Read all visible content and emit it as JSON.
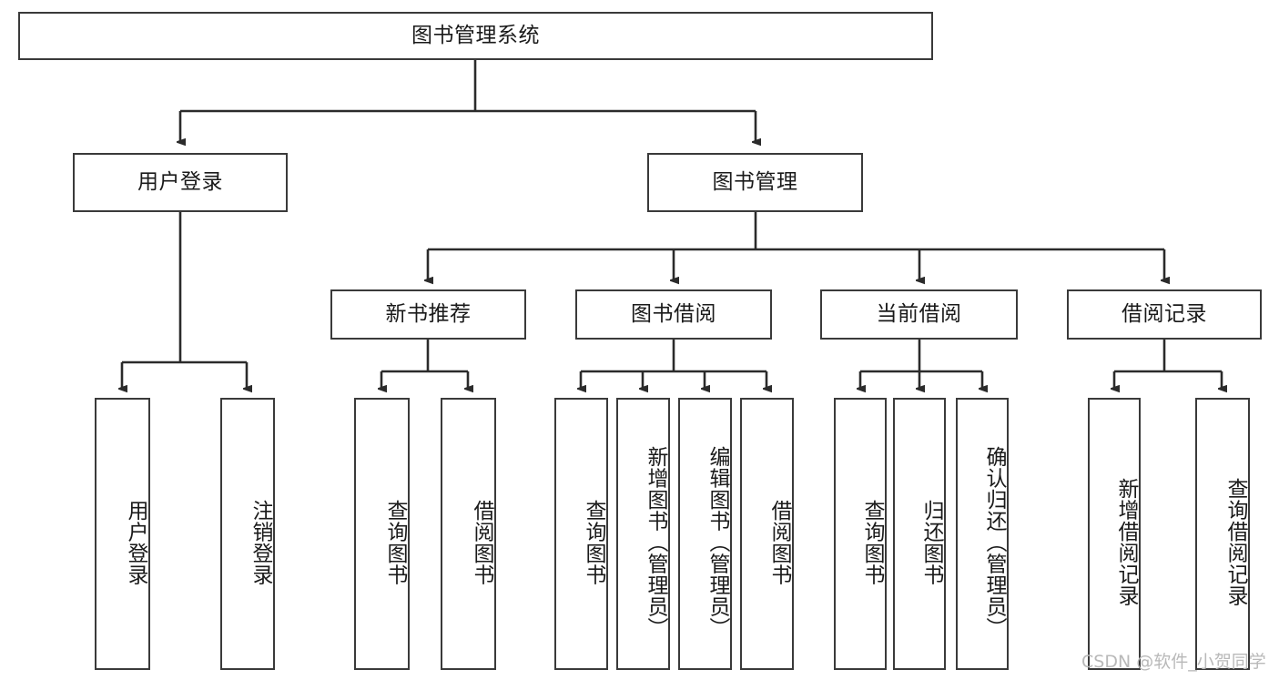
{
  "diagram": {
    "title": "图书管理系统",
    "watermark": "CSDN @软件_小贺同学",
    "colors": {
      "box_border": "#3a3a3a",
      "box_fill": "#ffffff",
      "edge": "#2b2b2b",
      "text": "#1a1a1a",
      "watermark": "#b9b9b9",
      "background": "#ffffff"
    },
    "root": {
      "label": "图书管理系统"
    },
    "level2": [
      {
        "label": "用户登录"
      },
      {
        "label": "图书管理"
      }
    ],
    "level3": [
      {
        "label": "新书推荐"
      },
      {
        "label": "图书借阅"
      },
      {
        "label": "当前借阅"
      },
      {
        "label": "借阅记录"
      }
    ],
    "leaves": {
      "user_login": [
        {
          "label": "用户登录"
        },
        {
          "label": "注销登录"
        }
      ],
      "new_book": [
        {
          "label": "查询图书"
        },
        {
          "label": "借阅图书"
        }
      ],
      "book_borrow": [
        {
          "label": "查询图书"
        },
        {
          "label": "新增图书（管理员）"
        },
        {
          "label": "编辑图书（管理员）"
        },
        {
          "label": "借阅图书"
        }
      ],
      "current_borrow": [
        {
          "label": "查询图书"
        },
        {
          "label": "归还图书"
        },
        {
          "label": "确认归还（管理员）"
        }
      ],
      "borrow_record": [
        {
          "label": "新增借阅记录"
        },
        {
          "label": "查询借阅记录"
        }
      ]
    }
  }
}
